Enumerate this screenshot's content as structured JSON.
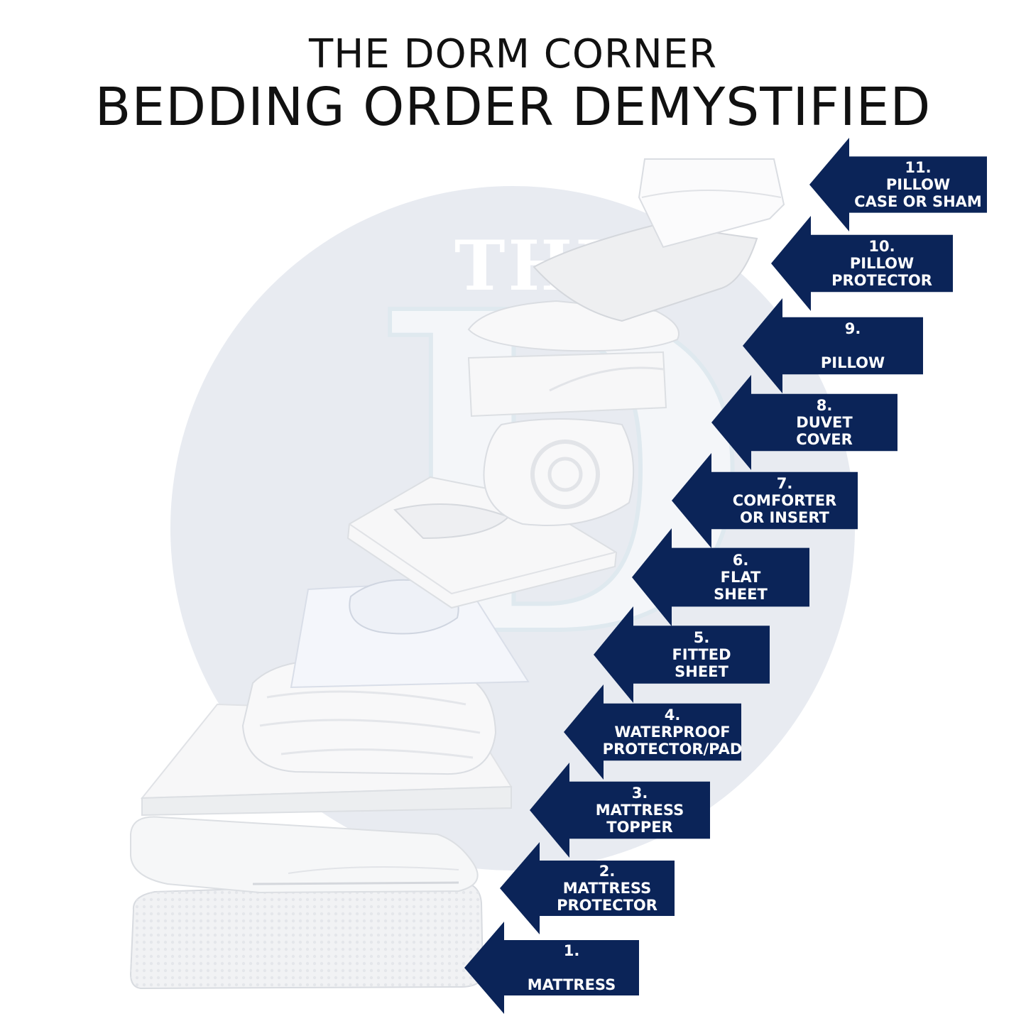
{
  "header": {
    "brand": "THE DORM CORNER",
    "title": "BEDDING ORDER DEMYSTIFIED"
  },
  "watermark": {
    "top_text": "THE",
    "letter": "D"
  },
  "colors": {
    "arrow": "#0b2458",
    "circle": "#e8ebf1",
    "text": "#111111"
  },
  "steps": [
    {
      "number": "1.",
      "line1": "",
      "line2": "MATTRESS"
    },
    {
      "number": "2.",
      "line1": "MATTRESS",
      "line2": "PROTECTOR"
    },
    {
      "number": "3.",
      "line1": "MATTRESS",
      "line2": "TOPPER"
    },
    {
      "number": "4.",
      "line1": "WATERPROOF",
      "line2": "PROTECTOR/PAD"
    },
    {
      "number": "5.",
      "line1": "FITTED",
      "line2": "SHEET"
    },
    {
      "number": "6.",
      "line1": "FLAT",
      "line2": "SHEET"
    },
    {
      "number": "7.",
      "line1": "COMFORTER",
      "line2": "OR INSERT"
    },
    {
      "number": "8.",
      "line1": "DUVET",
      "line2": "COVER"
    },
    {
      "number": "9.",
      "line1": "",
      "line2": "PILLOW"
    },
    {
      "number": "10.",
      "line1": "PILLOW",
      "line2": "PROTECTOR"
    },
    {
      "number": "11.",
      "line1": "PILLOW",
      "line2": "CASE OR SHAM"
    }
  ]
}
